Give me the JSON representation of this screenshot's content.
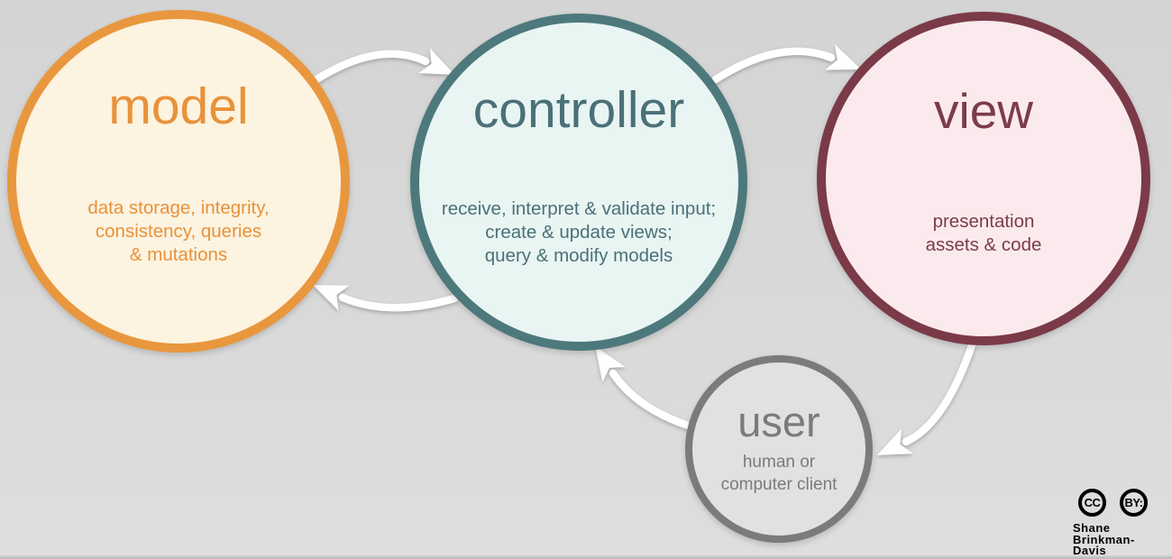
{
  "canvas": {
    "background_top": "#d4d4d4",
    "background_bottom": "#dedede"
  },
  "nodes": [
    {
      "id": "model",
      "label": "model",
      "description": "data storage, integrity,\nconsistency, queries\n& mutations",
      "border_color": "#e9973e",
      "fill_color": "#fcf3e0",
      "text_color": "#e8923a"
    },
    {
      "id": "controller",
      "label": "controller",
      "description": "receive, interpret & validate input;\ncreate & update views;\nquery & modify models",
      "border_color": "#4d797c",
      "fill_color": "#e9f5f3",
      "text_color": "#4b7078"
    },
    {
      "id": "view",
      "label": "view",
      "description": "presentation\nassets & code",
      "border_color": "#7b3a48",
      "fill_color": "#fbeaed",
      "text_color": "#7c3c4a"
    },
    {
      "id": "user",
      "label": "user",
      "description": "human or\ncomputer client",
      "border_color": "#7b7b7b",
      "fill_color": "#e1e1e1",
      "text_color": "#7b7b7b"
    }
  ],
  "arrows": [
    {
      "from": "model",
      "to": "controller",
      "color": "#ffffff"
    },
    {
      "from": "controller",
      "to": "view",
      "color": "#ffffff"
    },
    {
      "from": "controller",
      "to": "model",
      "color": "#ffffff"
    },
    {
      "from": "view",
      "to": "user",
      "color": "#ffffff"
    },
    {
      "from": "user",
      "to": "controller",
      "color": "#ffffff"
    }
  ],
  "attribution": {
    "cc_label": "CC",
    "by_label": "BY:",
    "author": "Shane\nBrinkman-Davis",
    "color": "#c9c9c9"
  }
}
